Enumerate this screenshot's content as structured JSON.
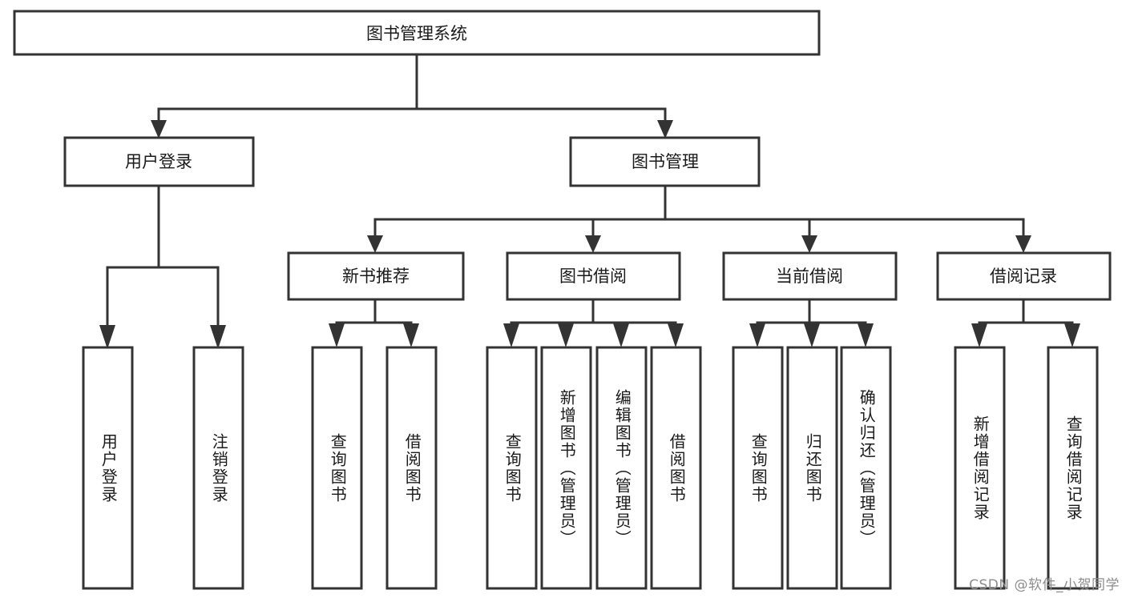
{
  "diagram": {
    "type": "tree-hierarchy",
    "title": "图书管理系统",
    "watermark": "CSDN @软件_小贺同学",
    "colors": {
      "stroke": "#333333",
      "fill": "#ffffff",
      "text": "#1a1a1a",
      "watermark": "#8d8d8d",
      "background": "#ffffff"
    },
    "root": {
      "label": "图书管理系统",
      "orientation": "horizontal"
    },
    "level2": [
      {
        "label": "用户登录",
        "orientation": "horizontal"
      },
      {
        "label": "图书管理",
        "orientation": "horizontal"
      }
    ],
    "level3": [
      {
        "label": "新书推荐",
        "orientation": "horizontal"
      },
      {
        "label": "图书借阅",
        "orientation": "horizontal"
      },
      {
        "label": "当前借阅",
        "orientation": "horizontal"
      },
      {
        "label": "借阅记录",
        "orientation": "horizontal"
      }
    ],
    "leaves": {
      "user_login": [
        {
          "label": "用户登录",
          "orientation": "vertical"
        },
        {
          "label": "注销登录",
          "orientation": "vertical"
        }
      ],
      "new_book_recommend": [
        {
          "label": "查询图书",
          "orientation": "vertical"
        },
        {
          "label": "借阅图书",
          "orientation": "vertical"
        }
      ],
      "book_borrow": [
        {
          "label": "查询图书",
          "orientation": "vertical"
        },
        {
          "label": "新增图书（管理员）",
          "orientation": "vertical"
        },
        {
          "label": "编辑图书（管理员）",
          "orientation": "vertical"
        },
        {
          "label": "借阅图书",
          "orientation": "vertical"
        }
      ],
      "current_borrow": [
        {
          "label": "查询图书",
          "orientation": "vertical"
        },
        {
          "label": "归还图书",
          "orientation": "vertical"
        },
        {
          "label": "确认归还（管理员）",
          "orientation": "vertical"
        }
      ],
      "borrow_record": [
        {
          "label": "新增借阅记录",
          "orientation": "vertical"
        },
        {
          "label": "查询借阅记录",
          "orientation": "vertical"
        }
      ]
    }
  }
}
